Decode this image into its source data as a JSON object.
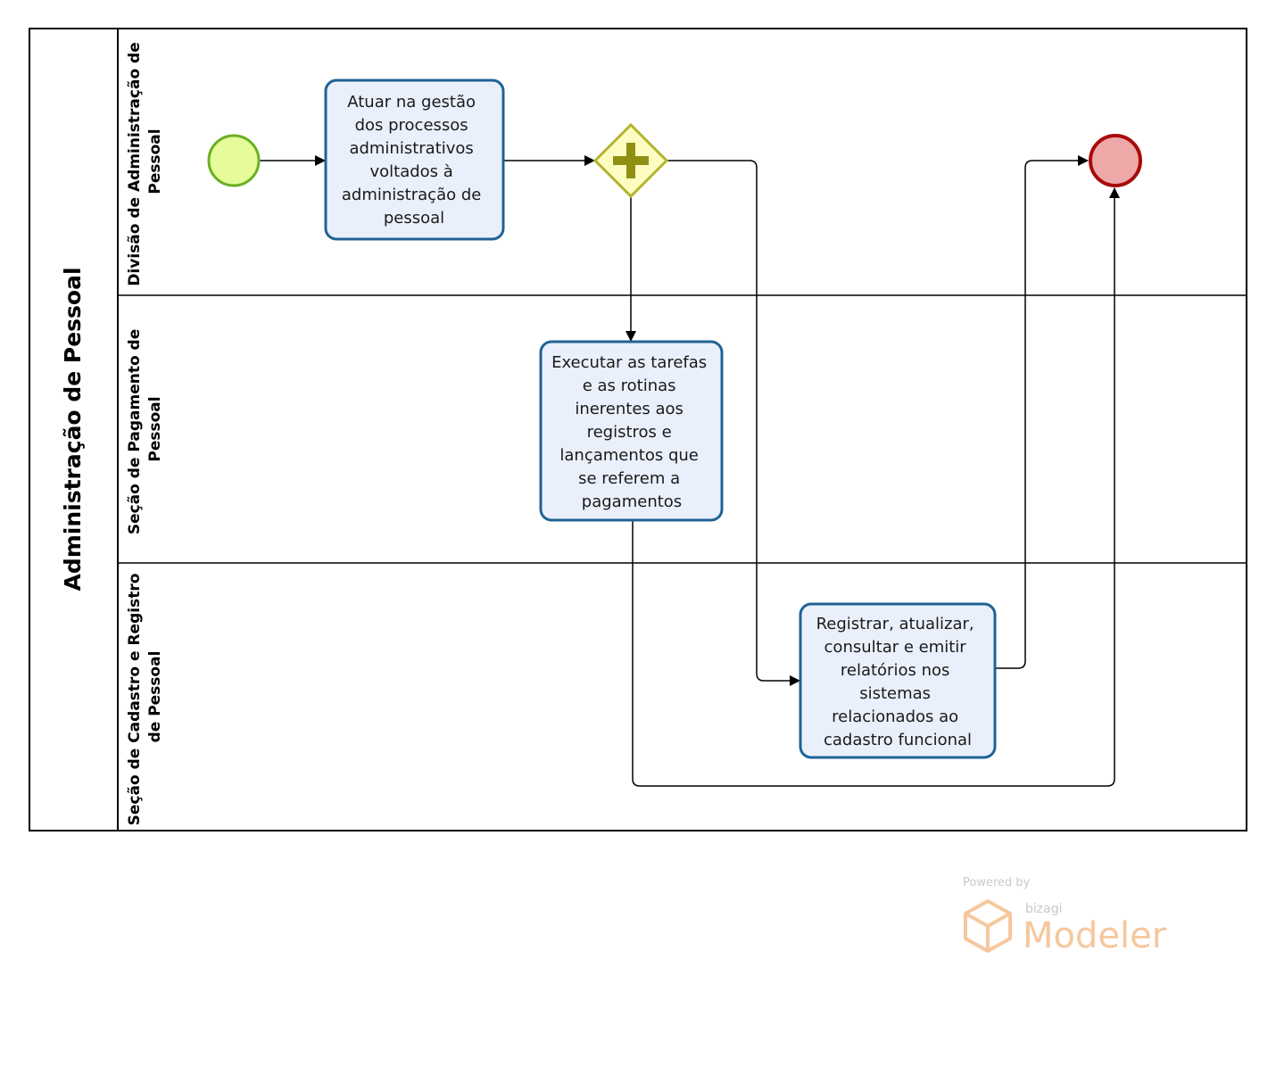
{
  "pool": {
    "title": "Administração de Pessoal"
  },
  "lanes": [
    {
      "id": "divisao",
      "title_lines": [
        "Divisão de Administração de",
        "Pessoal"
      ]
    },
    {
      "id": "pagamento",
      "title_lines": [
        "Seção de Pagamento de",
        "Pessoal"
      ]
    },
    {
      "id": "cadastro",
      "title_lines": [
        "Seção de Cadastro e Registro",
        "de Pessoal"
      ]
    }
  ],
  "tasks": {
    "gestao": {
      "lines": [
        "Atuar na gestão",
        "dos processos",
        "administrativos",
        "voltados à",
        "administração de",
        "pessoal"
      ]
    },
    "pagamentos": {
      "lines": [
        "Executar as tarefas",
        "e as rotinas",
        "inerentes aos",
        "registros e",
        "lançamentos  que",
        "se referem a",
        "pagamentos"
      ]
    },
    "cadastro": {
      "lines": [
        "Registrar, atualizar,",
        "consultar e emitir",
        "relatórios nos",
        "sistemas",
        "relacionados ao",
        "cadastro funcional"
      ]
    }
  },
  "events": {
    "start": {
      "fill": "#e6fb9a",
      "stroke": "#6ab023"
    },
    "end": {
      "fill": "#eea8a8",
      "stroke": "#a80b0b"
    }
  },
  "gateway": {
    "type": "parallel",
    "fill": "#fdfdc2",
    "stroke": "#b3b32a",
    "symbol_color": "#8f8f12"
  },
  "watermark": {
    "powered_by": "Powered by",
    "brand": "bizagi",
    "product": "Modeler"
  }
}
